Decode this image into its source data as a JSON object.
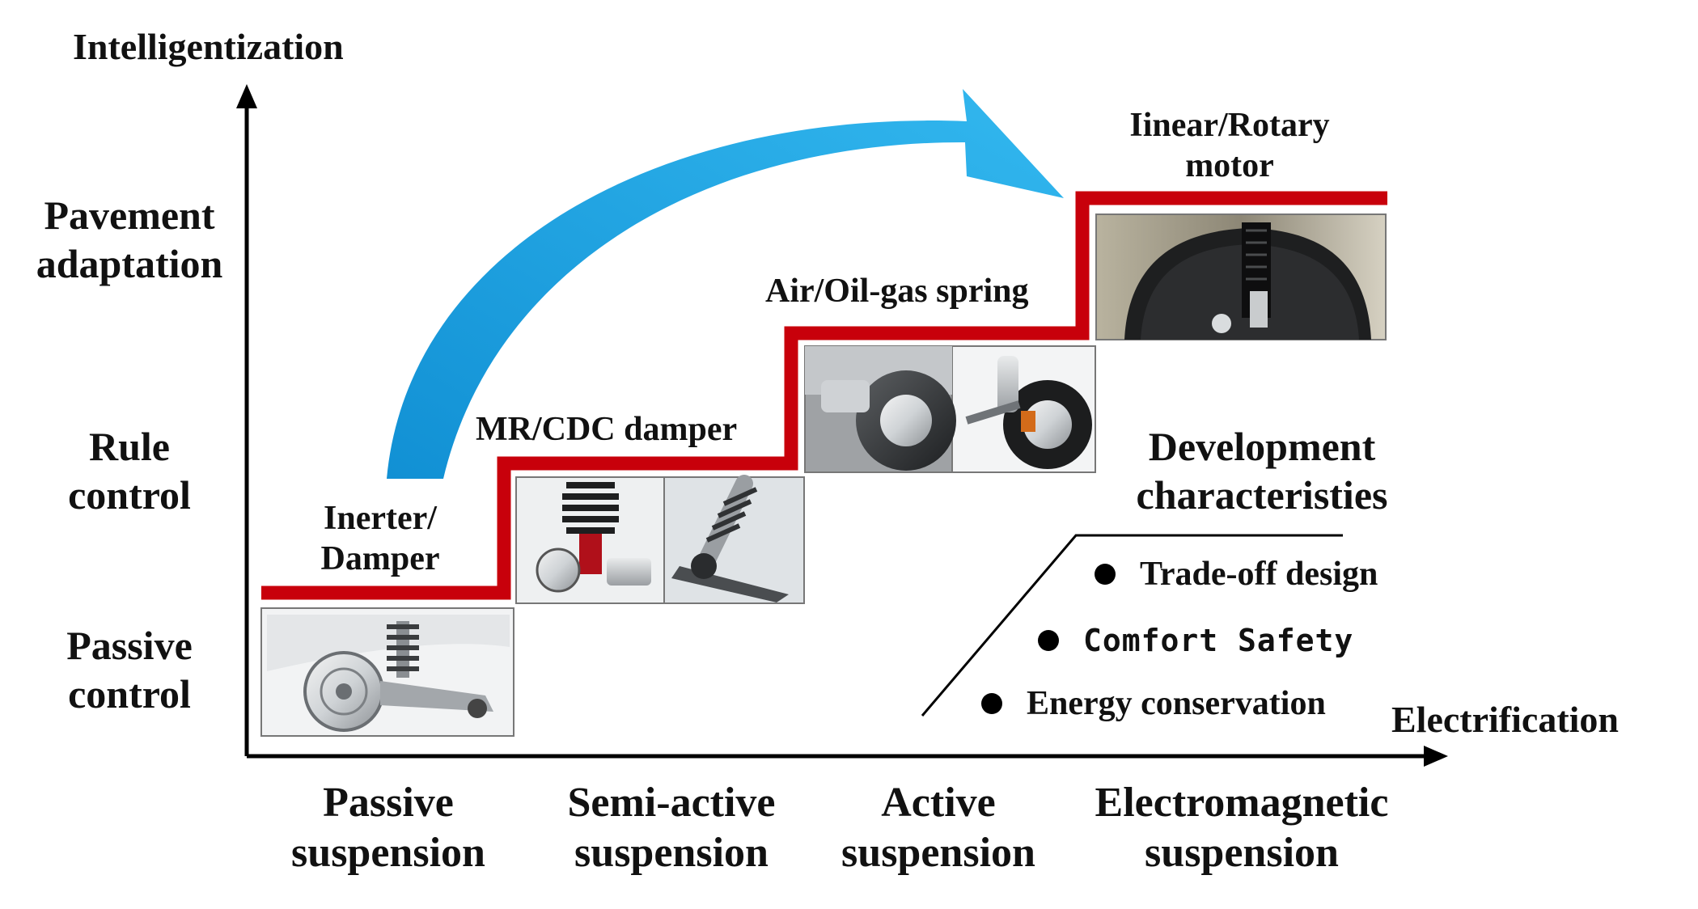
{
  "axes": {
    "y_label": "Intelligentization",
    "x_label": "Electrification"
  },
  "y_levels": [
    {
      "line1": "Passive",
      "line2": "control"
    },
    {
      "line1": "Rule",
      "line2": "control"
    },
    {
      "line1": "Pavement",
      "line2": "adaptation"
    }
  ],
  "x_categories": [
    {
      "line1": "Passive",
      "line2": "suspension"
    },
    {
      "line1": "Semi-active",
      "line2": "suspension"
    },
    {
      "line1": "Active",
      "line2": "suspension"
    },
    {
      "line1": "Electromagnetic",
      "line2": "suspension"
    }
  ],
  "steps": [
    {
      "line1": "Inerter/",
      "line2": "Damper",
      "image_icon": "wheel-hub-brake-photo"
    },
    {
      "line1": "MR/CDC damper",
      "image_icon": "shock-absorber-photo"
    },
    {
      "line1": "Air/Oil-gas spring",
      "image_icon": "air-spring-wheel-photo"
    },
    {
      "line1": "Iinear/Rotary",
      "line2": "motor",
      "image_icon": "wheel-well-motor-photo"
    }
  ],
  "development": {
    "title_line1": "Development",
    "title_line2": "characteristies",
    "items": [
      "Trade-off design",
      "Comfort Safety",
      "Energy conservation"
    ]
  },
  "colors": {
    "staircase": "#c8000b",
    "arrow": "#1aa3e3",
    "axis": "#000000"
  }
}
